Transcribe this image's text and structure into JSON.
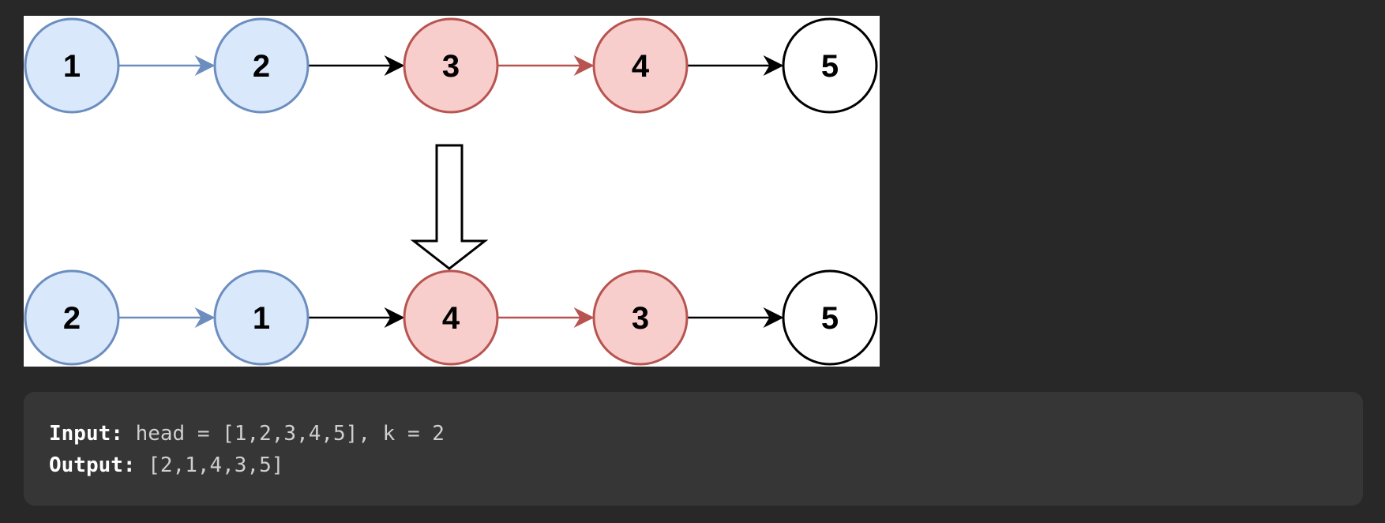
{
  "diagram": {
    "before": {
      "nodes": [
        {
          "label": "1",
          "group": "blue"
        },
        {
          "label": "2",
          "group": "blue"
        },
        {
          "label": "3",
          "group": "red"
        },
        {
          "label": "4",
          "group": "red"
        },
        {
          "label": "5",
          "group": "plain"
        }
      ],
      "edges": [
        "blue",
        "black",
        "red",
        "black"
      ]
    },
    "after": {
      "nodes": [
        {
          "label": "2",
          "group": "blue"
        },
        {
          "label": "1",
          "group": "blue"
        },
        {
          "label": "4",
          "group": "red"
        },
        {
          "label": "3",
          "group": "red"
        },
        {
          "label": "5",
          "group": "plain"
        }
      ],
      "edges": [
        "blue",
        "black",
        "red",
        "black"
      ]
    },
    "colors": {
      "blue_fill": "#dae8fc",
      "blue_stroke": "#6c8ebf",
      "red_fill": "#f8cecc",
      "red_stroke": "#b85450",
      "plain_fill": "#ffffff",
      "plain_stroke": "#000000",
      "black_edge": "#000000"
    }
  },
  "example": {
    "input_label": "Input:",
    "input_value": " head = [1,2,3,4,5], k = 2",
    "output_label": "Output:",
    "output_value": " [2,1,4,3,5]"
  }
}
